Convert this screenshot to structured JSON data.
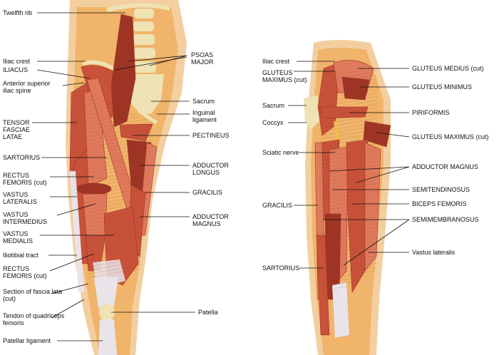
{
  "anterior_view": {
    "labels": {
      "twelfth_rib": "Twelfth rib",
      "iliac_crest": "Iliac crest",
      "iliacus": "ILIACUS",
      "anterior_superior_iliac_spine": "Anterior superior\niliac spine",
      "tensor_fasciae_latae": "TENSOR\nFASCIAE\nLATAE",
      "sartorius": "SARTORIUS",
      "rectus_femoris_cut_upper": "RECTUS\nFEMORIS (cut)",
      "vastus_lateralis": "VASTUS\nLATERALIS",
      "vastus_intermedius": "VASTUS\nINTERMEDIUS",
      "vastus_medialis": "VASTUS\nMEDIALIS",
      "iliotibial_tract": "Iliotibial tract",
      "rectus_femoris_cut_lower": "RECTUS\nFEMORIS (cut)",
      "section_of_fascia_lata": "Section of fascia lata\n(cut)",
      "tendon_of_quadriceps": "Tendon of quadriceps\nfemoris",
      "patellar_ligament": "Patellar ligament",
      "psoas_major": "PSOAS\nMAJOR",
      "sacrum": "Sacrum",
      "inguinal_ligament": "Inguinal\nligament",
      "pectineus": "PECTINEUS",
      "adductor_longus": "ADDUCTOR\nLONGUS",
      "gracilis": "GRACILIS",
      "adductor_magnus": "ADDUCTOR\nMAGNUS",
      "patella": "Patella"
    }
  },
  "posterior_view": {
    "labels": {
      "iliac_crest": "Iliac crest",
      "gluteus_maximus_cut_left": "GLUTEUS\nMAXIMUS (cut)",
      "sacrum": "Sacrum",
      "coccyx": "Coccyx",
      "sciatic_nerve": "Sciatic nerve",
      "gracilis": "GRACILIS",
      "sartorius": "SARTORIUS",
      "gluteus_medius_cut": "GLUTEUS MEDIUS (cut)",
      "gluteus_minimus": "GLUTEUS MINIMUS",
      "piriformis": "PIRIFORMIS",
      "gluteus_maximus_cut_right": "GLUTEUS MAXIMUS (cut)",
      "adductor_magnus": "ADDUCTOR MAGNUS",
      "semitendinosus": "SEMITENDINOSUS",
      "biceps_femoris": "BICEPS FEMORIS",
      "semimembranosus": "SEMIMEMBRANOSUS",
      "vastus_lateralis": "Vastus lateralis"
    }
  },
  "colors": {
    "muscle": "#c8523a",
    "muscle_dark": "#9e3524",
    "muscle_light": "#e07a5c",
    "skin": "#f3cfa0",
    "fat": "#f0b46a",
    "bone": "#efe2b4",
    "tendon": "#e9e4ea",
    "nerve": "#f2c24a",
    "leader_line": "#111111"
  }
}
